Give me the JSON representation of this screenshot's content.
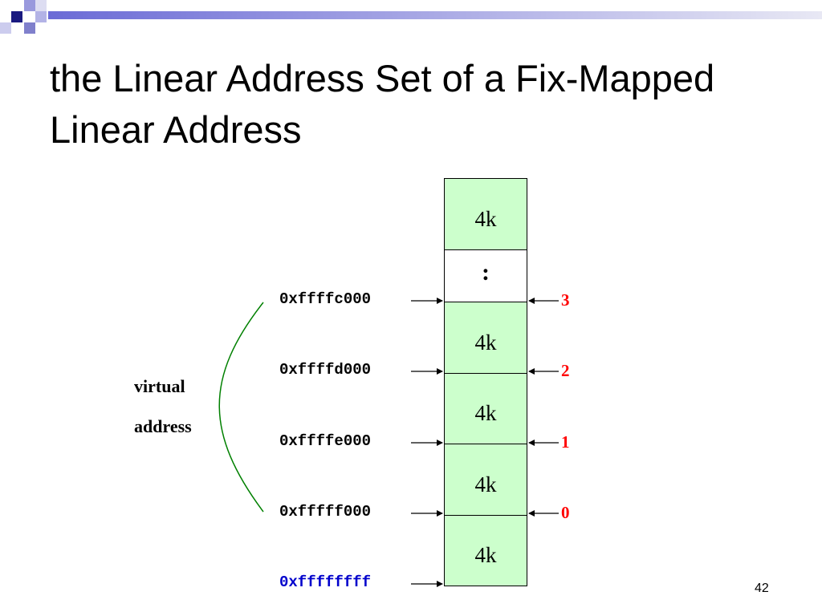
{
  "slide": {
    "title": "the Linear Address Set of a Fix-Mapped Linear Address",
    "page_number": "42"
  },
  "diagram": {
    "cells": [
      "4k",
      ":",
      "4k",
      "4k",
      "4k",
      "4k"
    ],
    "addresses": [
      "0xffffc000",
      "0xffffd000",
      "0xffffe000",
      "0xfffff000",
      "0xffffffff"
    ],
    "indices": [
      "3",
      "2",
      "1",
      "0"
    ],
    "label_line1": "virtual",
    "label_line2": "address"
  },
  "colors": {
    "cell_fill": "#ccffcc",
    "index_text": "#ff0000",
    "last_address_text": "#0000cc",
    "bracket": "#008000",
    "header_bar": "#6666cc"
  }
}
